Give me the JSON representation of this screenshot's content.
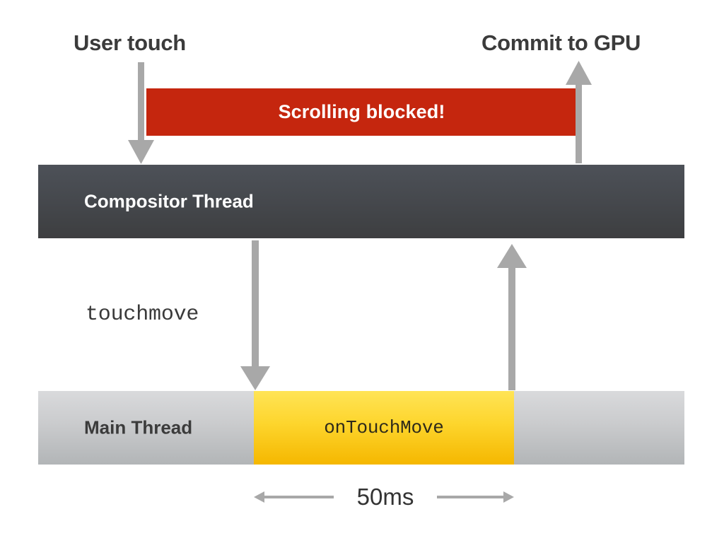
{
  "diagram": {
    "title_top_left": "User touch",
    "title_top_right": "Commit to GPU",
    "banner": {
      "label": "Scrolling blocked!",
      "color": "#c5260e",
      "text_color": "#ffffff"
    },
    "threads": [
      {
        "name": "compositor",
        "label": "Compositor Thread",
        "color_top": "#4d5158",
        "color_bottom": "#3d3e40",
        "text_color": "#ffffff"
      },
      {
        "name": "main",
        "label": "Main Thread",
        "color_top": "#d9dadc",
        "color_bottom": "#b2b5b7",
        "text_color": "#3b3b3b"
      }
    ],
    "task_block": {
      "label": "onTouchMove",
      "color_top": "#ffe456",
      "color_bottom": "#f5b700",
      "text_color": "#2e2a1a"
    },
    "event_label": "touchmove",
    "duration_label": "50ms",
    "arrow_color": "#a8a8a8",
    "arrows": [
      {
        "name": "user-touch-to-compositor",
        "direction": "down"
      },
      {
        "name": "compositor-to-commit-gpu",
        "direction": "up"
      },
      {
        "name": "compositor-to-main-touchmove",
        "direction": "down"
      },
      {
        "name": "main-to-compositor-return",
        "direction": "up"
      },
      {
        "name": "duration-measure",
        "direction": "both"
      }
    ]
  }
}
